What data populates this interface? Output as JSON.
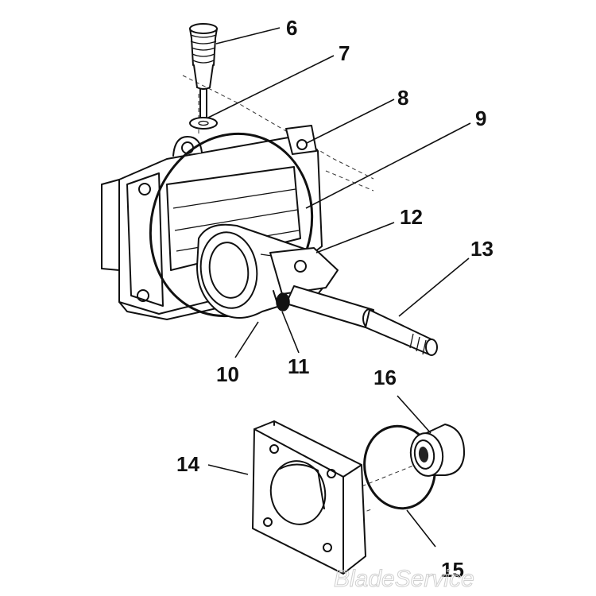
{
  "callouts": [
    {
      "id": "6",
      "label": "6"
    },
    {
      "id": "7",
      "label": "7"
    },
    {
      "id": "8",
      "label": "8"
    },
    {
      "id": "9",
      "label": "9"
    },
    {
      "id": "10",
      "label": "10"
    },
    {
      "id": "11",
      "label": "11"
    },
    {
      "id": "12",
      "label": "12"
    },
    {
      "id": "13",
      "label": "13"
    },
    {
      "id": "14",
      "label": "14"
    },
    {
      "id": "15",
      "label": "15"
    },
    {
      "id": "16",
      "label": "16"
    }
  ],
  "watermark": "BladeService"
}
